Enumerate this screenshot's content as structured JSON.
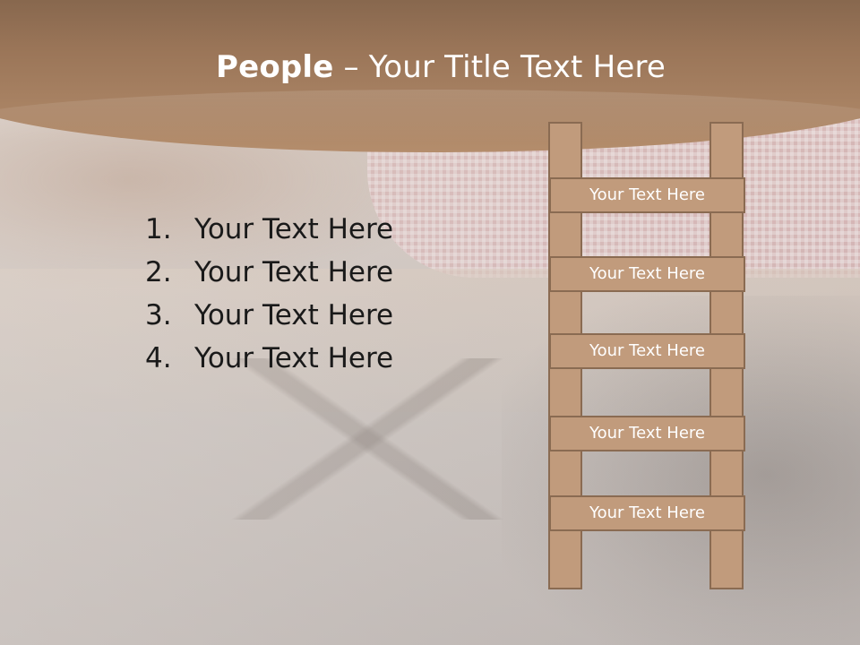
{
  "title": {
    "bold": "People",
    "rest": " – Your Title Text Here"
  },
  "list": [
    {
      "number": "1.",
      "text": "Your Text Here"
    },
    {
      "number": "2.",
      "text": "Your Text Here"
    },
    {
      "number": "3.",
      "text": "Your Text Here"
    },
    {
      "number": "4.",
      "text": "Your Text Here"
    }
  ],
  "ladder": {
    "rungs": [
      "Your Text Here",
      "Your Text Here",
      "Your Text Here",
      "Your Text Here",
      "Your Text Here"
    ]
  },
  "colors": {
    "header": "#9a7558",
    "ladder_fill": "#c19b7c",
    "ladder_border": "#8a6b52",
    "title_text": "#ffffff",
    "body_text": "#1a1a1a"
  }
}
